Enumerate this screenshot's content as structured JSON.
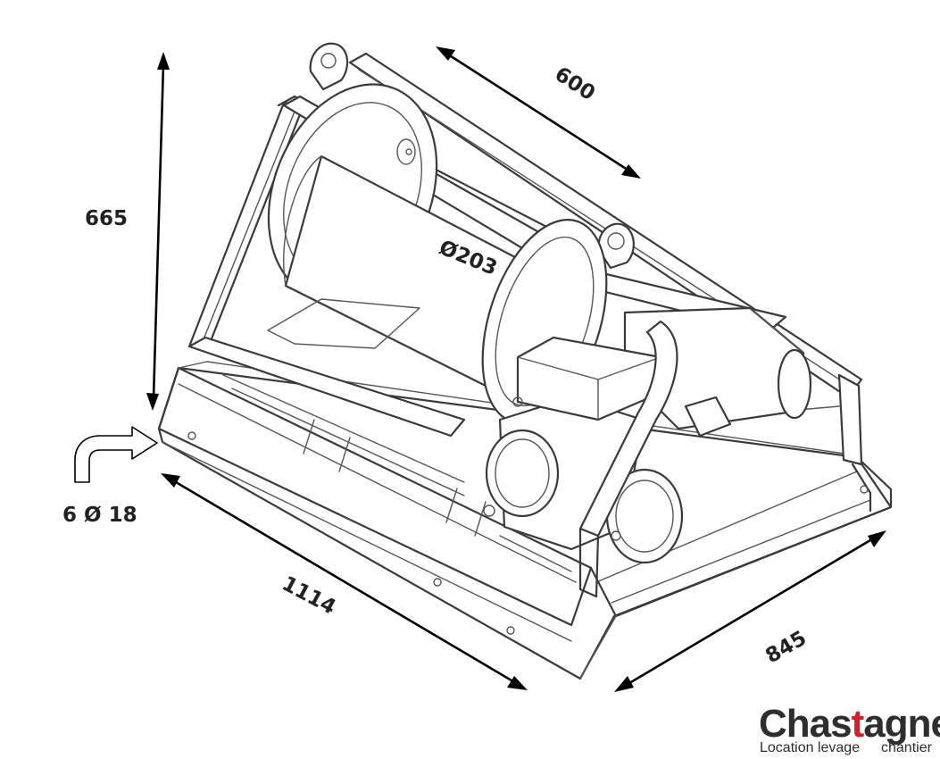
{
  "dimensions": {
    "height": "665",
    "length": "1114",
    "width": "845",
    "depth": "600",
    "drum_diameter": "Ø203",
    "mounting_holes": "6 Ø 18"
  },
  "logo": {
    "brand_prefix": "Chas",
    "brand_accent_letter": "t",
    "brand_suffix": "agner",
    "tagline_left": "Location levage",
    "tagline_right": "chantier",
    "accent_color": "#d3202a"
  }
}
